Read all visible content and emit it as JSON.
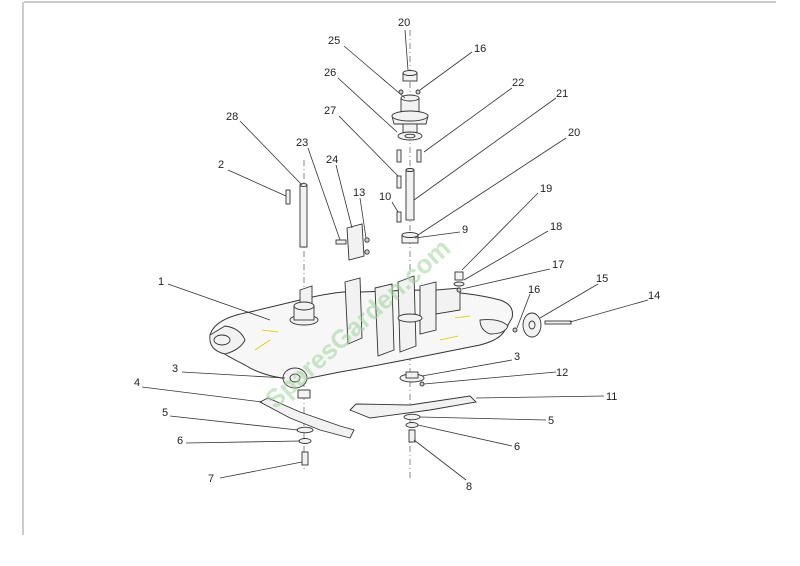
{
  "callouts": [
    {
      "id": "c20a",
      "label": "20"
    },
    {
      "id": "c16a",
      "label": "16"
    },
    {
      "id": "c25",
      "label": "25"
    },
    {
      "id": "c26",
      "label": "26"
    },
    {
      "id": "c22",
      "label": "22"
    },
    {
      "id": "c21",
      "label": "21"
    },
    {
      "id": "c27",
      "label": "27"
    },
    {
      "id": "c20b",
      "label": "20"
    },
    {
      "id": "c28",
      "label": "28"
    },
    {
      "id": "c23",
      "label": "23"
    },
    {
      "id": "c24",
      "label": "24"
    },
    {
      "id": "c13",
      "label": "13"
    },
    {
      "id": "c2",
      "label": "2"
    },
    {
      "id": "c10",
      "label": "10"
    },
    {
      "id": "c9",
      "label": "9"
    },
    {
      "id": "c19",
      "label": "19"
    },
    {
      "id": "c18",
      "label": "18"
    },
    {
      "id": "c17",
      "label": "17"
    },
    {
      "id": "c15",
      "label": "15"
    },
    {
      "id": "c1",
      "label": "1"
    },
    {
      "id": "c16b",
      "label": "16"
    },
    {
      "id": "c14",
      "label": "14"
    },
    {
      "id": "c3a",
      "label": "3"
    },
    {
      "id": "c3b",
      "label": "3"
    },
    {
      "id": "c12",
      "label": "12"
    },
    {
      "id": "c4",
      "label": "4"
    },
    {
      "id": "c11",
      "label": "11"
    },
    {
      "id": "c5a",
      "label": "5"
    },
    {
      "id": "c5b",
      "label": "5"
    },
    {
      "id": "c6a",
      "label": "6"
    },
    {
      "id": "c6b",
      "label": "6"
    },
    {
      "id": "c7",
      "label": "7"
    },
    {
      "id": "c8",
      "label": "8"
    }
  ],
  "watermark": "SparesGarden.com",
  "colors": {
    "line": "#333333",
    "fill": "#f2f2f2",
    "watermark": "#9fd59a",
    "accent": "#e8c200"
  }
}
